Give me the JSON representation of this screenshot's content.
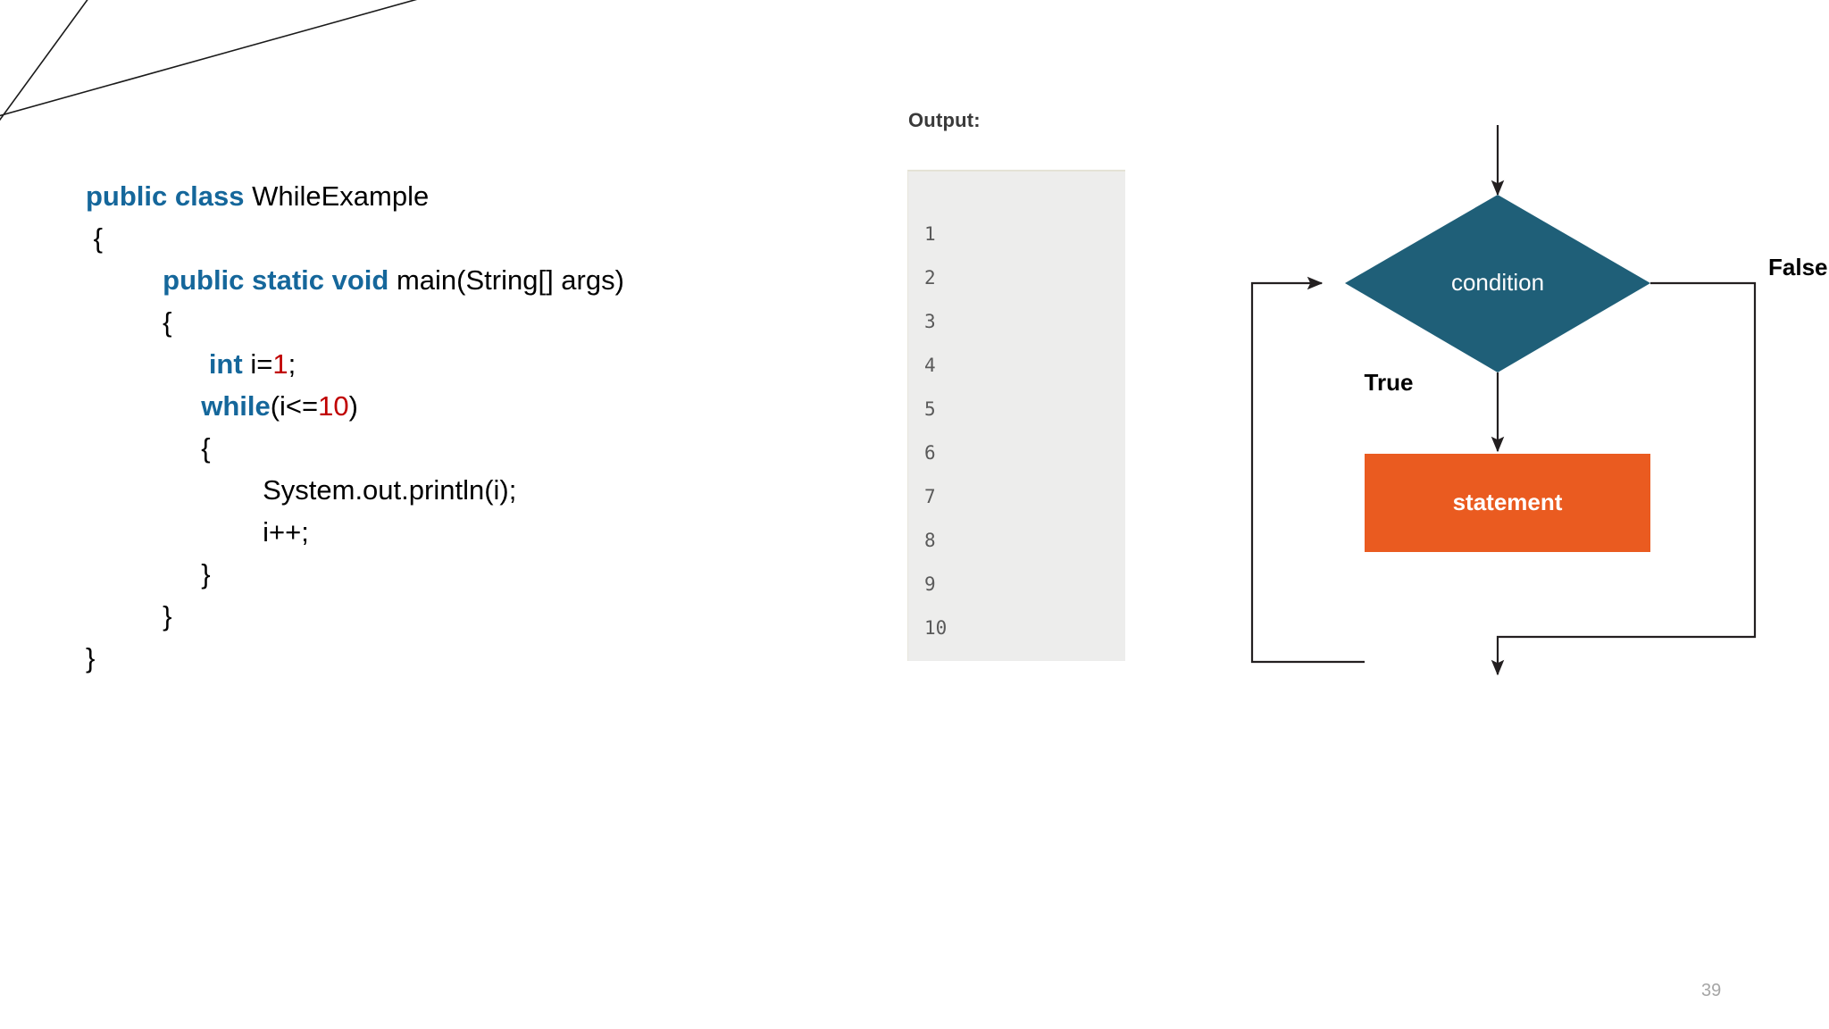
{
  "slide": {
    "page_number": "39",
    "background_color": "#ffffff"
  },
  "decoration": {
    "line_color": "#1a1a1a",
    "name": "corner-lines"
  },
  "code": {
    "language": "java",
    "keyword_color": "#15679B",
    "literal_color": "#C00000",
    "text_color": "#000000",
    "lines": [
      {
        "indent": 0,
        "tokens": [
          {
            "t": "public class ",
            "k": "kw"
          },
          {
            "t": "WhileExample",
            "k": "pl"
          }
        ]
      },
      {
        "indent": 0,
        "tokens": [
          {
            "t": " {",
            "k": "pl"
          }
        ]
      },
      {
        "indent": 0,
        "tokens": [
          {
            "t": "          ",
            "k": "pl"
          },
          {
            "t": "public static void ",
            "k": "kw"
          },
          {
            "t": "main(String[] args)",
            "k": "pl"
          }
        ]
      },
      {
        "indent": 0,
        "tokens": [
          {
            "t": "          {",
            "k": "pl"
          }
        ]
      },
      {
        "indent": 0,
        "tokens": [
          {
            "t": "                ",
            "k": "pl"
          },
          {
            "t": "int ",
            "k": "kw"
          },
          {
            "t": "i=",
            "k": "pl"
          },
          {
            "t": "1",
            "k": "num"
          },
          {
            "t": ";",
            "k": "pl"
          }
        ]
      },
      {
        "indent": 0,
        "tokens": [
          {
            "t": "               ",
            "k": "pl"
          },
          {
            "t": "while",
            "k": "kw"
          },
          {
            "t": "(i<=",
            "k": "pl"
          },
          {
            "t": "10",
            "k": "num"
          },
          {
            "t": ")",
            "k": "pl"
          }
        ]
      },
      {
        "indent": 0,
        "tokens": [
          {
            "t": "               {",
            "k": "pl"
          }
        ]
      },
      {
        "indent": 0,
        "tokens": [
          {
            "t": "                       System.out.println(i);",
            "k": "pl"
          }
        ]
      },
      {
        "indent": 0,
        "tokens": [
          {
            "t": "                       i++;",
            "k": "pl"
          }
        ]
      },
      {
        "indent": 0,
        "tokens": [
          {
            "t": "               }",
            "k": "pl"
          }
        ]
      },
      {
        "indent": 0,
        "tokens": [
          {
            "t": "          }",
            "k": "pl"
          }
        ]
      },
      {
        "indent": 0,
        "tokens": [
          {
            "t": "}",
            "k": "pl"
          }
        ]
      }
    ]
  },
  "output": {
    "heading": "Output:",
    "panel_bg": "#ededec",
    "text_color": "#5a5a5a",
    "lines": [
      "1",
      "2",
      "3",
      "4",
      "5",
      "6",
      "7",
      "8",
      "9",
      "10"
    ]
  },
  "flowchart": {
    "title": "while-loop-flowchart",
    "condition_label": "condition",
    "statement_label": "statement",
    "true_label": "True",
    "false_label": "False",
    "condition_fill": "#1F5F78",
    "statement_fill": "#EA5B20",
    "arrow_color": "#231f20",
    "shape_text_color": "#ffffff",
    "label_text_color": "#000000"
  }
}
